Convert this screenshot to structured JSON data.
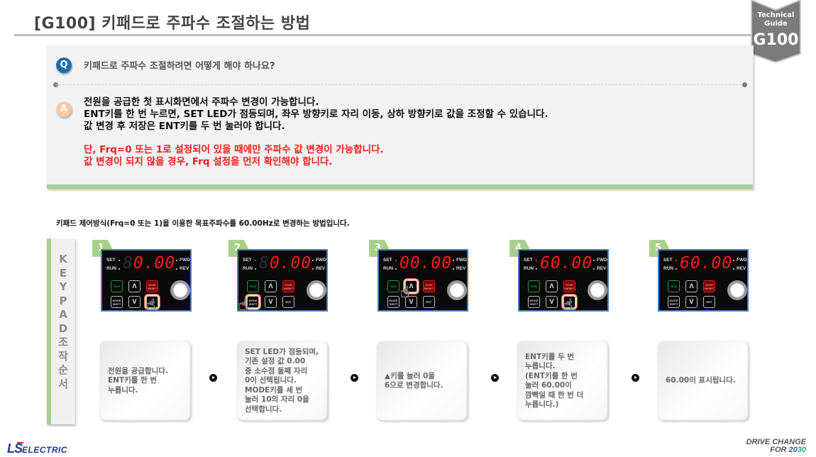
{
  "header": {
    "title": "[G100] 키패드로 주파수 조절하는 방법",
    "badge": {
      "line1": "Technical",
      "line2": "Guide",
      "line3": "G100"
    }
  },
  "qa": {
    "q_icon": "Q",
    "question": "키패드로 주파수 조절하려면 어떻게 해야 하나요?",
    "a_icon": "A",
    "answer_lines": [
      "전원을 공급한 첫 표시화면에서 주파수 변경이 가능합니다.",
      "ENT키를 한 번 누르면, SET LED가 점등되며,  좌우 방향키로 자리 이동, 상하 방향키로 값을 조정할 수 있습니다.",
      "값 변경 후 저장은 ENT키를 두 번 눌러야 합니다."
    ],
    "warning_lines": [
      "단, Frq=0 또는 1로 설정되어 있을 때에만 주파수 값 변경이 가능합니다.",
      "값 변경이 되지 않을 경우, Frq 설정을 먼저 확인해야 합니다."
    ]
  },
  "subtitle": "키패드 제어방식(Frq=0 또는 1)을 이용한 목표주파수를 60.00Hz로 변경하는 방법입니다.",
  "sidebar": {
    "label": "K E Y P A D 조 작 순 서",
    "chars": [
      "K",
      "E",
      "Y",
      "P",
      "A",
      "D",
      "조",
      "작",
      "순",
      "서"
    ]
  },
  "keypad_labels": {
    "set": "SET",
    "run": "RUN",
    "fwd": "FWD",
    "rev": "REV",
    "run_key": "RUN",
    "stop_key": "STOP RESET",
    "mode_key": "MODE SHIFT",
    "up_key": "Λ",
    "down_key": "V",
    "ent_key": "ENT"
  },
  "steps": [
    {
      "num": "1",
      "display_off": "8",
      "display_on": "0.00",
      "pressed": "ENT",
      "description": "전원을 공급합니다.\nENT키를 한 번\n누릅니다."
    },
    {
      "num": "2",
      "display_off": "8",
      "display_on": "0.00",
      "pressed": "MODE",
      "description": "SET LED가 점등되며,\n기존 설정 값 0.00\n중 소수점 둘째 자리\n0이 선택됩니다.\nMODE키를 세 번\n눌러 10의 자리 0을\n선택합니다."
    },
    {
      "num": "3",
      "display_off": "",
      "display_on": "00.00",
      "pressed": "UP",
      "description": "▲키를 눌러 0을\n6으로 변경합니다."
    },
    {
      "num": "4",
      "display_off": "",
      "display_on": "60.00",
      "pressed": "ENT",
      "description": "ENT키를 두 번\n누릅니다.\n(ENT키를 한 번\n눌러 60.00이\n깜빡일 때 한 번 더\n누릅니다.)"
    },
    {
      "num": "5",
      "display_off": "",
      "display_on": "60.00",
      "pressed": "",
      "description": "60.00이 표시됩니다."
    }
  ],
  "footer": {
    "logo_ls": "LS",
    "logo_electric": "ELECTRIC",
    "slogan_line1": "DRIVE CHANGE",
    "slogan_for": "FOR ",
    "slogan_year_a": "20",
    "slogan_year_b": "30"
  },
  "colors": {
    "accent_green": "#a8d08d",
    "q_blue": "#1f6fa8",
    "a_peach": "#f8c9a5",
    "warning_red": "#f01e1e",
    "panel_border": "#4a7ec0"
  }
}
